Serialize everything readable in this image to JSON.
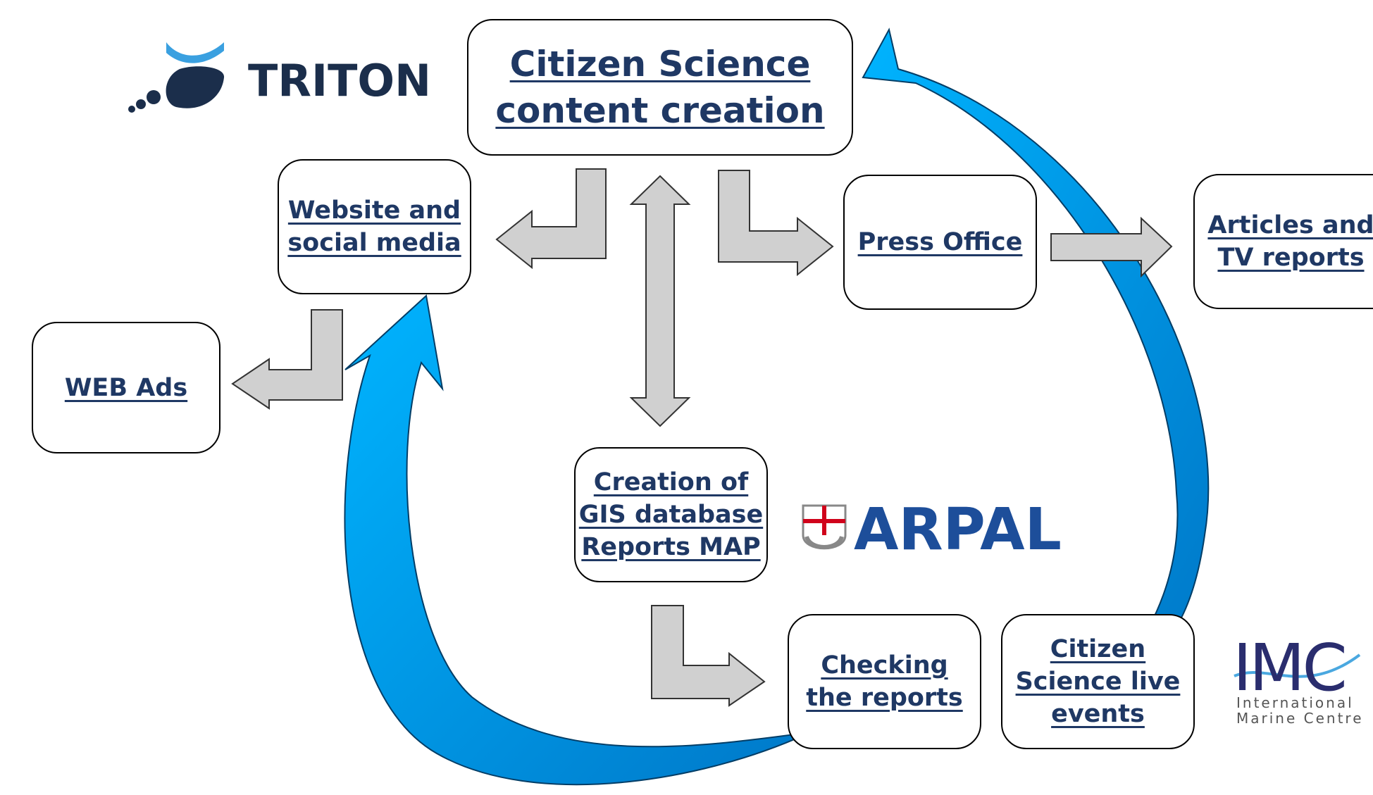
{
  "nodes": {
    "citizen_science": "Citizen Science\ncontent creation",
    "website": "Website and\nsocial media",
    "press_office": "Press Office",
    "articles": "Articles and\nTV reports",
    "web_ads": "WEB Ads",
    "gis": "Creation of\nGIS database\nReports MAP",
    "checking": "Checking\nthe reports",
    "live_events": "Citizen\nScience live\nevents"
  },
  "logos": {
    "triton": "TRITON",
    "arpal": "ARPAL",
    "imc": "IMC",
    "imc_sub_1": "International",
    "imc_sub_2": "Marine Centre"
  },
  "colors": {
    "text": "#1f3864",
    "cycle_arrow": "#00aaff",
    "flow_arrow": "#d0d0d0",
    "triton": "#1b2e4b",
    "arpal": "#1d4e9a",
    "imc": "#2a2d6e"
  }
}
